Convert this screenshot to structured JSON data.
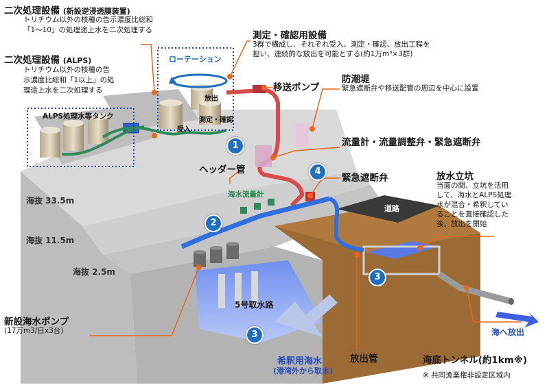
{
  "colors": {
    "accent": "#e8671a",
    "water": "#3f6fe0",
    "badge": "#1f6fc1",
    "pipe_red": "#d94a4a",
    "pipe_green": "#2e8b57",
    "concrete": "#c9c9c9",
    "earth": "#8a5a2b"
  },
  "labels": {
    "secondary_ro_title": "二次処理設備",
    "secondary_ro_sub": "(新設逆浸透膜装置)",
    "secondary_ro_desc1": "トリチウム以外の核種の告示濃度比総和",
    "secondary_ro_desc2": "「1～10」の処理途上水を二次処理する",
    "secondary_alps_title": "二次処理設備",
    "secondary_alps_sub": "(ALPS)",
    "secondary_alps_desc1": "トリチウム以外の核種の告",
    "secondary_alps_desc2": "示濃度比総和「1以上」の処",
    "secondary_alps_desc3": "理途上水を二次処理する",
    "alps_tanks": "ALPS処理水等タンク",
    "rotation": "ローテーション",
    "discharge": "放出",
    "receive": "受入",
    "measure_confirm": "測定・確認",
    "measure_title": "測定・確認用設備",
    "measure_desc1": "3群で構成し、それぞれ受入、測定・確認、放出工程を",
    "measure_desc2": "担い、連続的な放出を可能とする(約1万m³×3群)",
    "transfer_pump": "移送ポンプ",
    "seawall_title": "防潮堤",
    "seawall_desc": "緊急遮断弁や移送配管の周辺を中心に設置",
    "flow_meter": "流量計・流量調整弁・緊急遮断弁",
    "header_pipe": "ヘッダー管",
    "emergency_valve": "緊急遮断弁",
    "shaft_title": "放水立坑",
    "shaft_desc1": "当面の間、立坑を活用",
    "shaft_desc2": "して、海水とALPS処理",
    "shaft_desc3": "水が混合・希釈してい",
    "shaft_desc4": "ることを直接確認した",
    "shaft_desc5": "後、放出を開始",
    "seawater_flow_meter": "海水流量計",
    "road": "道路",
    "alt_33": "海抜 33.5m",
    "alt_11": "海抜 11.5m",
    "alt_2": "海抜 2.5m",
    "intake": "5号取水路",
    "new_pump_title": "新設海水ポンプ",
    "new_pump_desc": "(17万m3/日x3台)",
    "dilution_title": "希釈用海水",
    "dilution_sub": "(港湾外から取水)",
    "discharge_pipe": "放出管",
    "tunnel": "海底トンネル(約1km※)",
    "to_sea": "海へ放出",
    "footnote": "※ 共同漁業権非設定区域内",
    "badge_1": "1",
    "badge_2": "2",
    "badge_3a": "3",
    "badge_3b": "3",
    "badge_4": "4"
  }
}
